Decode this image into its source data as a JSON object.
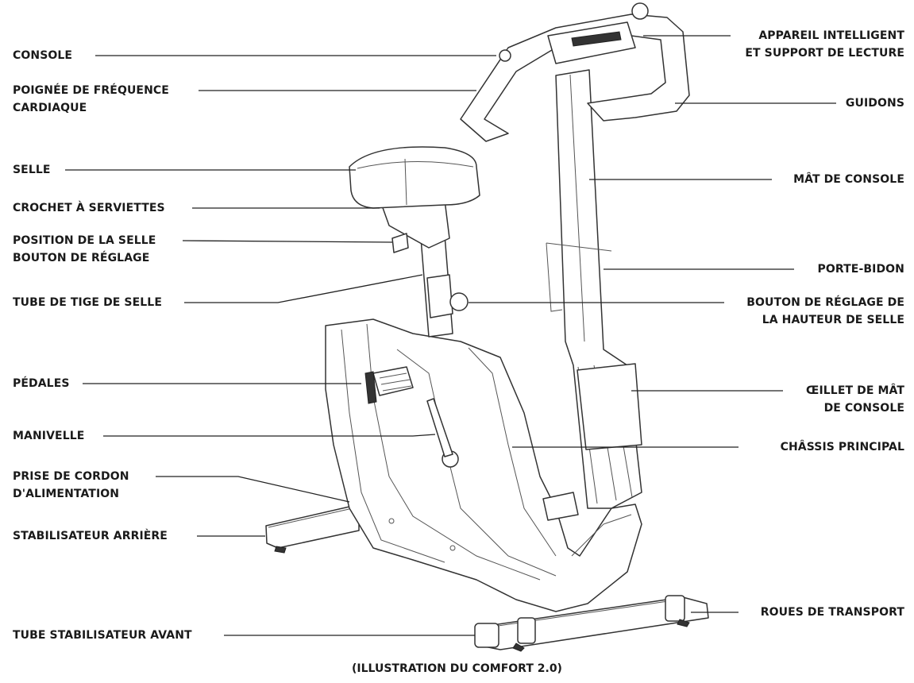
{
  "labels_left": {
    "console": [
      "CONSOLE"
    ],
    "heart_rate_grip": [
      "POIGNÉE DE FRÉQUENCE",
      "CARDIAQUE"
    ],
    "seat": [
      "SELLE"
    ],
    "towel_hook": [
      "CROCHET À SERVIETTES"
    ],
    "seat_position_knob": [
      "POSITION DE LA SELLE",
      "BOUTON DE RÉGLAGE"
    ],
    "seat_post_tube": [
      "TUBE DE TIGE DE SELLE"
    ],
    "pedals": [
      "PÉDALES"
    ],
    "crank": [
      "MANIVELLE"
    ],
    "power_cord_socket": [
      "PRISE DE CORDON",
      "D'ALIMENTATION"
    ],
    "rear_stabilizer": [
      "STABILISATEUR ARRIÈRE"
    ],
    "front_stabilizer_tube": [
      "TUBE STABILISATEUR AVANT"
    ]
  },
  "labels_right": {
    "smart_device_holder": [
      "APPAREIL INTELLIGENT",
      "ET SUPPORT DE LECTURE"
    ],
    "handlebars": [
      "GUIDONS"
    ],
    "console_mast": [
      "MÂT DE CONSOLE"
    ],
    "bottle_holder": [
      "PORTE-BIDON"
    ],
    "seat_height_knob": [
      "BOUTON DE RÉGLAGE DE",
      "LA HAUTEUR DE SELLE"
    ],
    "console_mast_grommet": [
      "ŒILLET DE MÂT",
      "DE CONSOLE"
    ],
    "main_frame": [
      "CHÂSSIS PRINCIPAL"
    ],
    "transport_wheels": [
      "ROUES DE TRANSPORT"
    ]
  },
  "caption": "(ILLUSTRATION DU COMFORT 2.0)"
}
